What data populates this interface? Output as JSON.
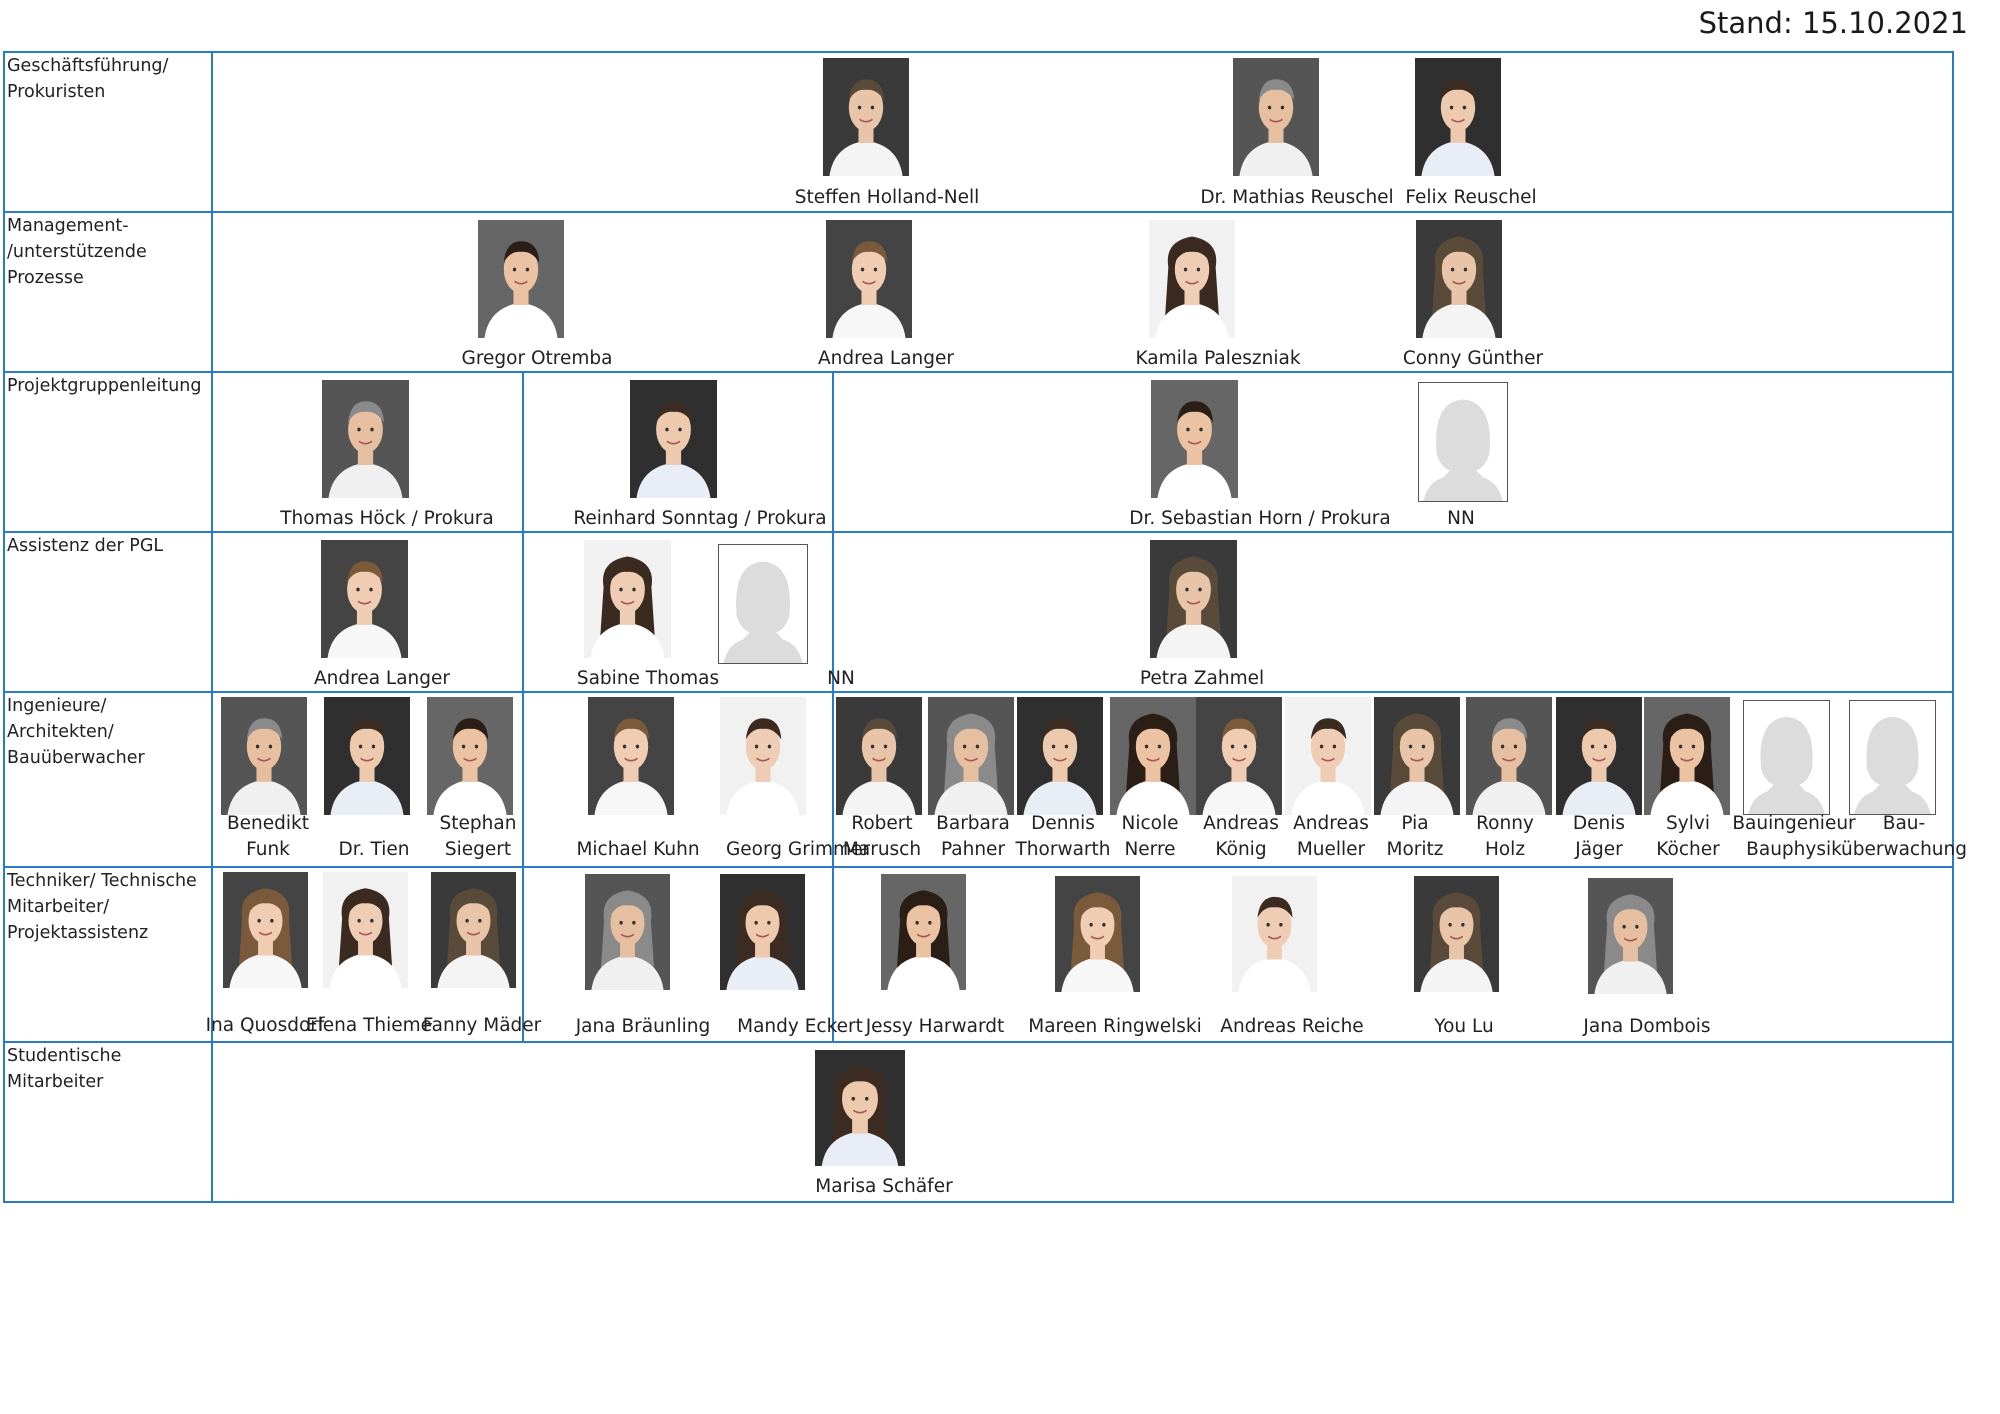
{
  "stand": "Stand: 15.10.2021",
  "rows": [
    {
      "label": "Geschäftsführung/\nProkuristen"
    },
    {
      "label": "Management-\n/unterstützende Prozesse"
    },
    {
      "label": "Projektgruppenleitung"
    },
    {
      "label": "Assistenz der PGL"
    },
    {
      "label": "Ingenieure/ Architekten/\nBauüberwacher"
    },
    {
      "label": "Techniker/ Technische\nMitarbeiter/\nProjektassistenz"
    },
    {
      "label": "Studentische Mitarbeiter"
    }
  ],
  "people": {
    "gf": [
      "Steffen Holland-Nell",
      "Dr. Mathias Reuschel",
      "Felix Reuschel"
    ],
    "mgmt": [
      "Gregor Otremba",
      "Andrea Langer",
      "Kamila Paleszniak",
      "Conny Günther"
    ],
    "pgl": [
      "Thomas Höck / Prokura",
      "Reinhard Sonntag / Prokura",
      "Dr. Sebastian Horn / Prokura",
      "NN"
    ],
    "assist": [
      "Andrea Langer",
      "Sabine Thomas",
      "NN",
      "Petra Zahmel"
    ],
    "ing": [
      [
        "Benedikt",
        "Funk"
      ],
      [
        "",
        "Dr. Tien"
      ],
      [
        "Stephan",
        "Siegert"
      ],
      [
        "",
        "Michael Kuhn"
      ],
      [
        "",
        "Georg Grimmer"
      ],
      [
        "Robert",
        "Marusch"
      ],
      [
        "Barbara",
        "Pahner"
      ],
      [
        "Dennis",
        "Thorwarth"
      ],
      [
        "Nicole",
        "Nerre"
      ],
      [
        "Andreas",
        "König"
      ],
      [
        "Andreas",
        "Mueller"
      ],
      [
        "Pia",
        "Moritz"
      ],
      [
        "Ronny",
        "Holz"
      ],
      [
        "Denis",
        "Jäger"
      ],
      [
        "Sylvi",
        "Köcher"
      ],
      [
        "Bauingenieur",
        "Bauphysik"
      ],
      [
        "Bau-",
        "überwachung"
      ]
    ],
    "tech": [
      "Ina Quosdorf",
      "Elena Thieme",
      "Fanny Mäder",
      "Jana Bräunling",
      "Mandy Eckert",
      "Jessy Harwardt",
      "Mareen Ringwelski",
      "Andreas Reiche",
      "You Lu",
      "Jana Dombois"
    ],
    "stud": [
      "Marisa Schäfer"
    ]
  },
  "colors": {
    "grid": "#2a7ac7",
    "placeholder_silhouette": "#dcdcdc"
  }
}
